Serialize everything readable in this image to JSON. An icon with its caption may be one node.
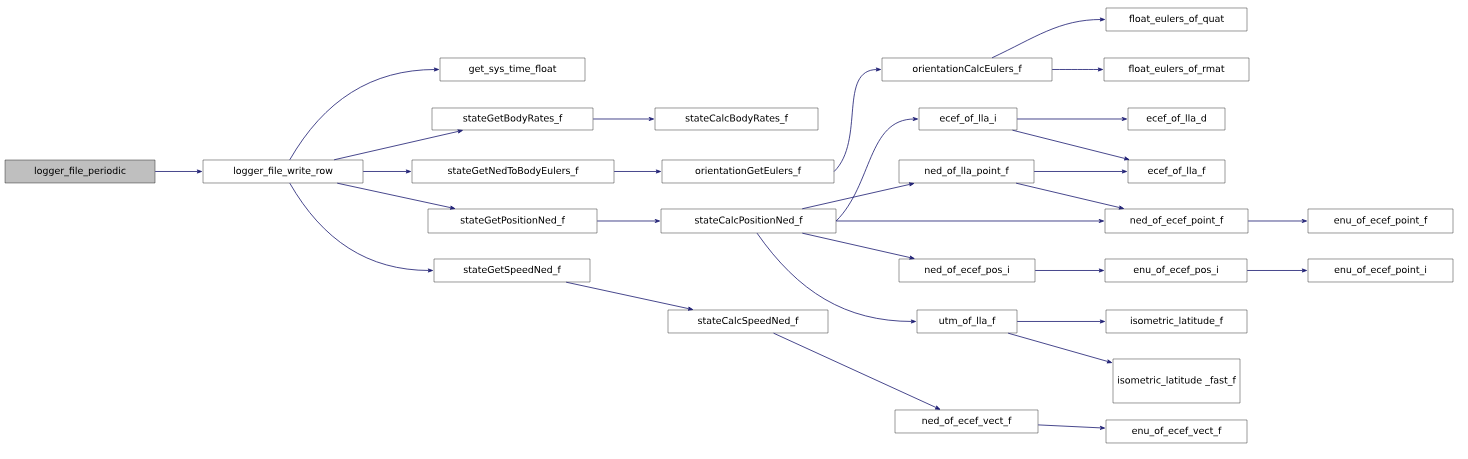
{
  "diagram": {
    "nodes": [
      {
        "text": [
          "logger_file_periodic"
        ]
      },
      {
        "text": [
          "logger_file_write_row"
        ]
      },
      {
        "text": [
          "get_sys_time_float"
        ]
      },
      {
        "text": [
          "stateGetBodyRates_f"
        ]
      },
      {
        "text": [
          "stateGetNedToBodyEulers_f"
        ]
      },
      {
        "text": [
          "stateGetPositionNed_f"
        ]
      },
      {
        "text": [
          "stateGetSpeedNed_f"
        ]
      },
      {
        "text": [
          "stateCalcBodyRates_f"
        ]
      },
      {
        "text": [
          "orientationGetEulers_f"
        ]
      },
      {
        "text": [
          "stateCalcPositionNed_f"
        ]
      },
      {
        "text": [
          "stateCalcSpeedNed_f"
        ]
      },
      {
        "text": [
          "orientationCalcEulers_f"
        ]
      },
      {
        "text": [
          "ecef_of_lla_i"
        ]
      },
      {
        "text": [
          "ned_of_lla_point_f"
        ]
      },
      {
        "text": [
          "ned_of_ecef_pos_i"
        ]
      },
      {
        "text": [
          "utm_of_lla_f"
        ]
      },
      {
        "text": [
          "ned_of_ecef_vect_f"
        ]
      },
      {
        "text": [
          "float_eulers_of_quat"
        ]
      },
      {
        "text": [
          "float_eulers_of_rmat"
        ]
      },
      {
        "text": [
          "ecef_of_lla_d"
        ]
      },
      {
        "text": [
          "ecef_of_lla_f"
        ]
      },
      {
        "text": [
          "ned_of_ecef_point_f"
        ]
      },
      {
        "text": [
          "enu_of_ecef_pos_i"
        ]
      },
      {
        "text": [
          "isometric_latitude_f"
        ]
      },
      {
        "text": [
          "isometric_latitude _fast_f"
        ]
      },
      {
        "text": [
          "enu_of_ecef_vect_f"
        ]
      },
      {
        "text": [
          "enu_of_ecef_point_f"
        ]
      },
      {
        "text": [
          "enu_of_ecef_point_i"
        ]
      }
    ],
    "edges": [
      {
        "from": 0,
        "to": 1,
        "arrow": "to"
      },
      {
        "from": 1,
        "to": 2,
        "arrow": "to"
      },
      {
        "from": 1,
        "to": 3,
        "arrow": "to"
      },
      {
        "from": 1,
        "to": 4,
        "arrow": "to"
      },
      {
        "from": 1,
        "to": 5,
        "arrow": "to"
      },
      {
        "from": 1,
        "to": 6,
        "arrow": "to"
      },
      {
        "from": 3,
        "to": 7,
        "arrow": "to"
      },
      {
        "from": 4,
        "to": 8,
        "arrow": "to"
      },
      {
        "from": 5,
        "to": 9,
        "arrow": "to"
      },
      {
        "from": 6,
        "to": 10,
        "arrow": "to"
      },
      {
        "from": 8,
        "to": 11,
        "arrow": "to"
      },
      {
        "from": 11,
        "to": 17,
        "arrow": "to"
      },
      {
        "from": 11,
        "to": 18,
        "arrow": "to"
      },
      {
        "from": 9,
        "to": 12,
        "arrow": "to"
      },
      {
        "from": 9,
        "to": 13,
        "arrow": "to"
      },
      {
        "from": 9,
        "to": 21,
        "arrow": "to"
      },
      {
        "from": 9,
        "to": 14,
        "arrow": "to"
      },
      {
        "from": 9,
        "to": 15,
        "arrow": "to"
      },
      {
        "from": 12,
        "to": 19,
        "arrow": "to"
      },
      {
        "from": 12,
        "to": 20,
        "arrow": "to"
      },
      {
        "from": 13,
        "to": 20,
        "arrow": "to"
      },
      {
        "from": 13,
        "to": 21,
        "arrow": "to"
      },
      {
        "from": 21,
        "to": 26,
        "arrow": "to"
      },
      {
        "from": 14,
        "to": 22,
        "arrow": "to"
      },
      {
        "from": 22,
        "to": 27,
        "arrow": "to"
      },
      {
        "from": 15,
        "to": 23,
        "arrow": "to"
      },
      {
        "from": 15,
        "to": 24,
        "arrow": "to"
      },
      {
        "from": 10,
        "to": 16,
        "arrow": "to"
      },
      {
        "from": 16,
        "to": 25,
        "arrow": "to"
      }
    ]
  }
}
